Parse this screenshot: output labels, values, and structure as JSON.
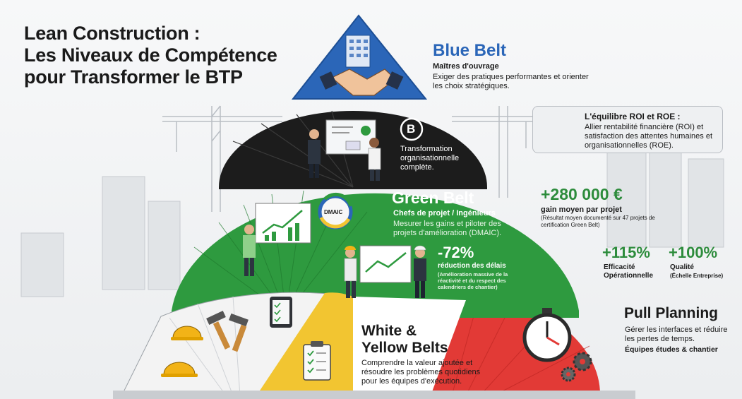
{
  "title": {
    "line1": "Lean Construction :",
    "line2": "Les Niveaux de Compétence",
    "line3": "pour Transformer le BTP"
  },
  "blue_belt": {
    "title": "Blue Belt",
    "subtitle": "Maîtres d'ouvrage",
    "description": "Exiger des pratiques performantes et orienter les choix stratégiques."
  },
  "black_belt": {
    "badge": "B",
    "description": "Transformation organisationnelle complète."
  },
  "green_belt": {
    "title": "Green Belt",
    "subtitle": "Chefs de projet / Ingénieurs",
    "description": "Mesurer les gains et piloter des projets d'amélioration (DMAIC).",
    "cycle_label": "DMAIC",
    "stat_value": "-72%",
    "stat_label": "réduction des délais",
    "stat_note": "(Amélioration massive de la réactivité et du respect des calendriers de chantier)"
  },
  "white_yellow": {
    "line1": "White &",
    "line2": "Yellow Belts",
    "description": "Comprendre la valeur ajoutée et résoudre les problèmes quotidiens pour les équipes d'exécution."
  },
  "roi": {
    "title": "L'équilibre ROI et ROE :",
    "description": "Allier rentabilité financière (ROI) et satisfaction des attentes humaines et organisationnelles (ROE)."
  },
  "gain": {
    "value": "+280 000 €",
    "label": "gain moyen par projet",
    "note": "(Résultat moyen documenté sur 47 projets de certification Green Belt)"
  },
  "efficiency": {
    "value": "+115%",
    "label": "Efficacité Opérationnelle"
  },
  "quality": {
    "value": "+100%",
    "label": "Qualité",
    "note": "(Échelle Entreprise)"
  },
  "pull_planning": {
    "title": "Pull Planning",
    "description": "Gérer les interfaces et réduire les pertes de temps.",
    "subtitle": "Équipes études & chantier"
  },
  "colors": {
    "blue": "#2b66b8",
    "black": "#1c1c1c",
    "green": "#2e9a3f",
    "yellow": "#f2c531",
    "red": "#e23a36",
    "accent_green": "#2d8c3c"
  }
}
